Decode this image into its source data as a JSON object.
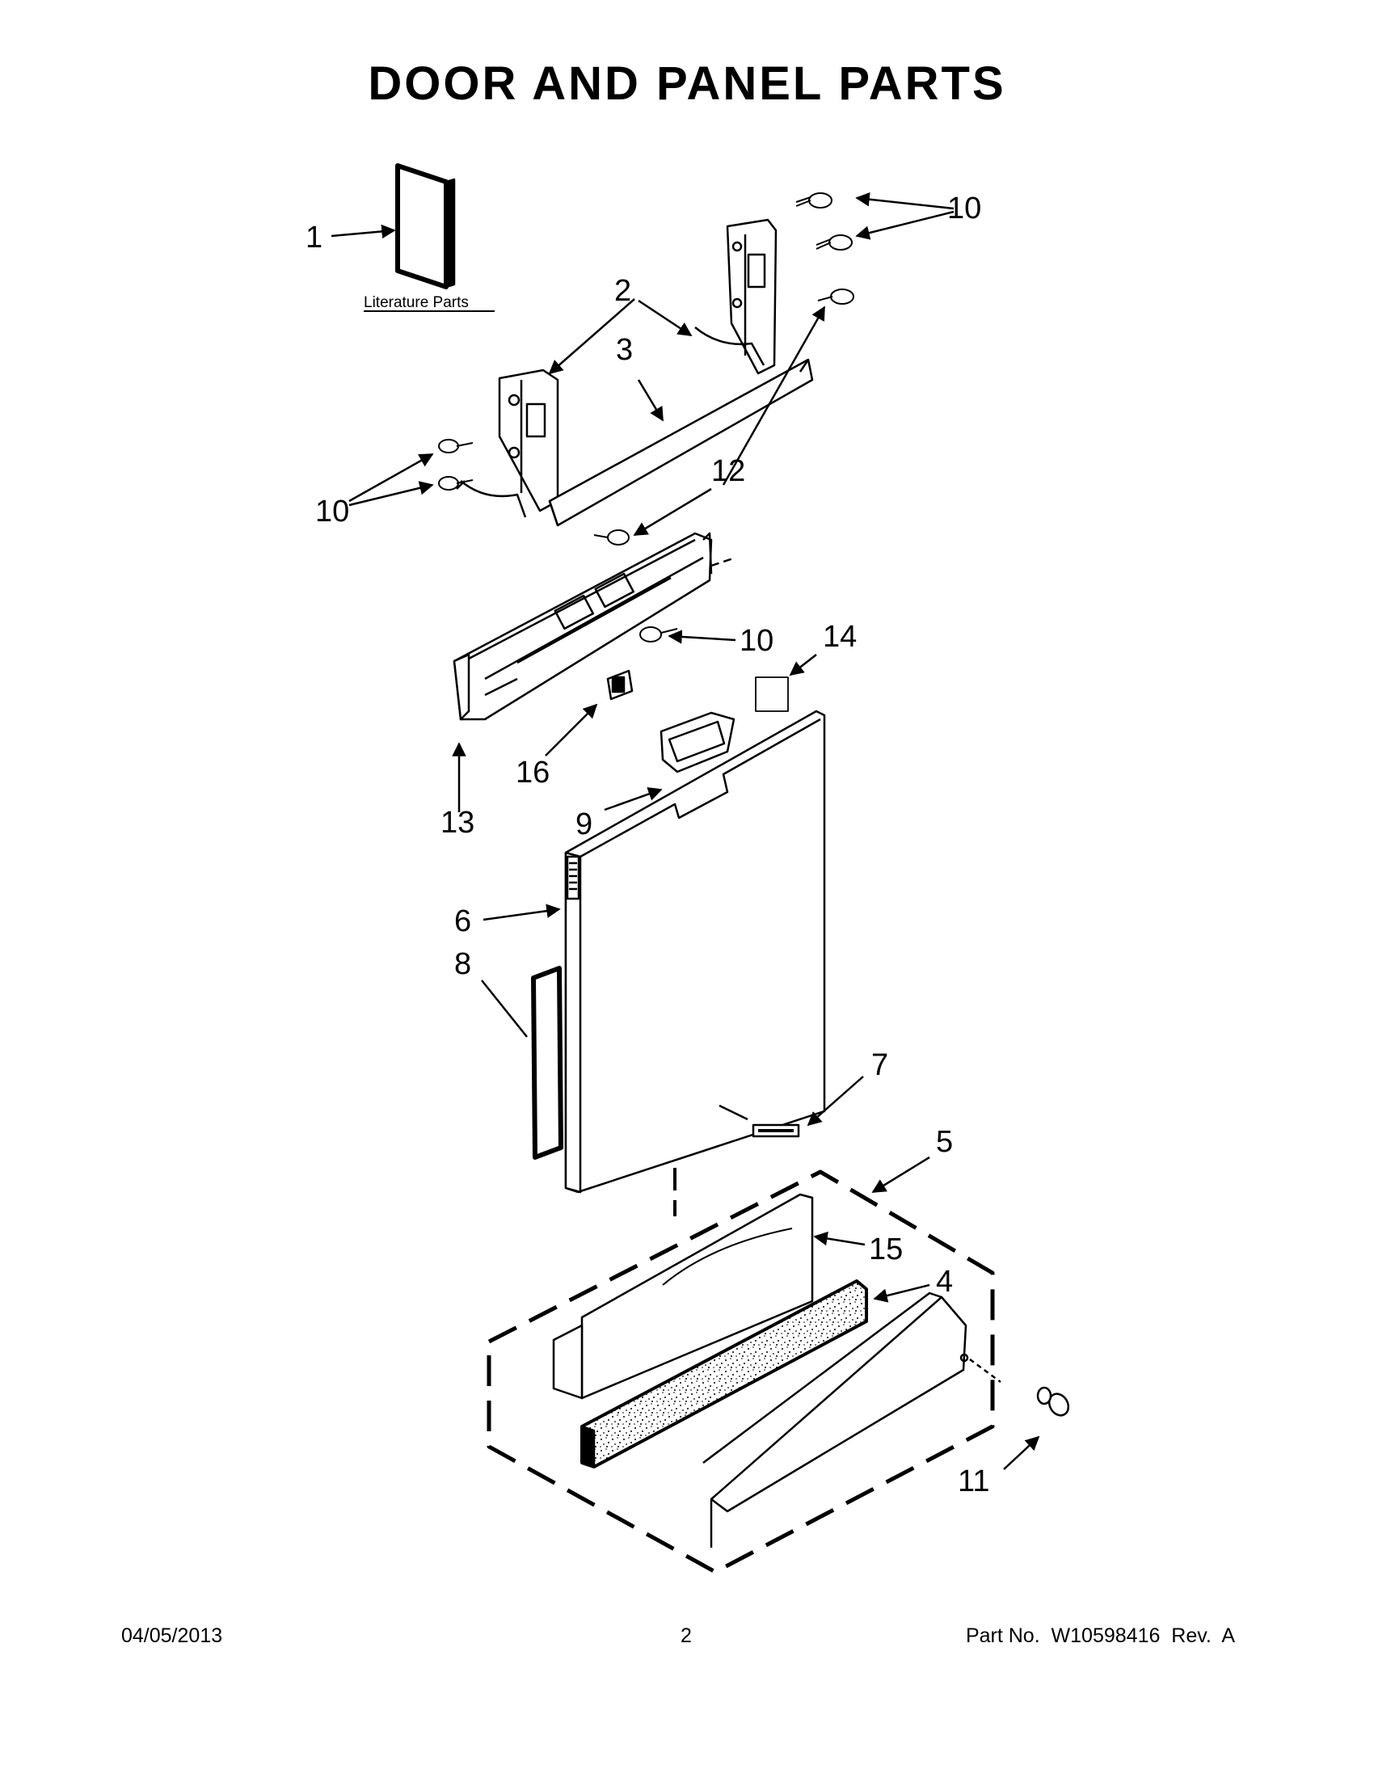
{
  "title": "DOOR AND PANEL PARTS",
  "literature_label": "Literature Parts",
  "callouts": {
    "c1": "1",
    "c2": "2",
    "c3": "3",
    "c4": "4",
    "c5": "5",
    "c6": "6",
    "c7": "7",
    "c8": "8",
    "c9": "9",
    "c10a": "10",
    "c10b": "10",
    "c10c": "10",
    "c11": "11",
    "c12": "12",
    "c13": "13",
    "c14": "14",
    "c15": "15",
    "c16": "16"
  },
  "footer": {
    "date": "04/05/2013",
    "page": "2",
    "part_no": "Part No.  W10598416  Rev.  A"
  }
}
